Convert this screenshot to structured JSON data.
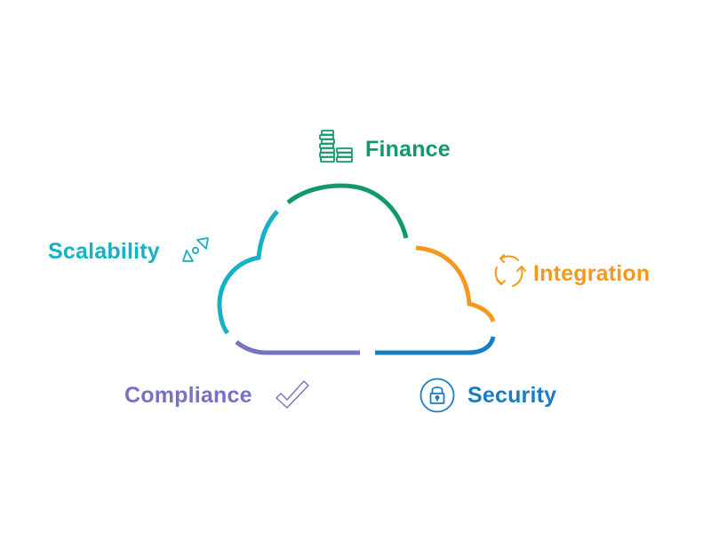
{
  "diagram": {
    "type": "cloud-pillars",
    "segments": [
      {
        "id": "finance",
        "label": "Finance",
        "color": "#11996a",
        "icon": "coin-stacks-icon",
        "position": "top"
      },
      {
        "id": "integration",
        "label": "Integration",
        "color": "#f5991e",
        "icon": "cycle-arrows-icon",
        "position": "right"
      },
      {
        "id": "security",
        "label": "Security",
        "color": "#1a7cc2",
        "icon": "padlock-icon",
        "position": "bottom-right"
      },
      {
        "id": "compliance",
        "label": "Compliance",
        "color": "#7673c0",
        "icon": "checkmark-icon",
        "position": "bottom-left"
      },
      {
        "id": "scalability",
        "label": "Scalability",
        "color": "#16b1c4",
        "icon": "expand-arrows-icon",
        "position": "left"
      }
    ]
  },
  "labels": {
    "finance": "Finance",
    "scalability": "Scalability",
    "integration": "Integration",
    "compliance": "Compliance",
    "security": "Security"
  },
  "colors": {
    "finance": "#11996a",
    "scalability": "#16b1c4",
    "integration": "#f5991e",
    "compliance": "#7673c0",
    "security": "#1a7cc2",
    "background": "#ffffff"
  }
}
